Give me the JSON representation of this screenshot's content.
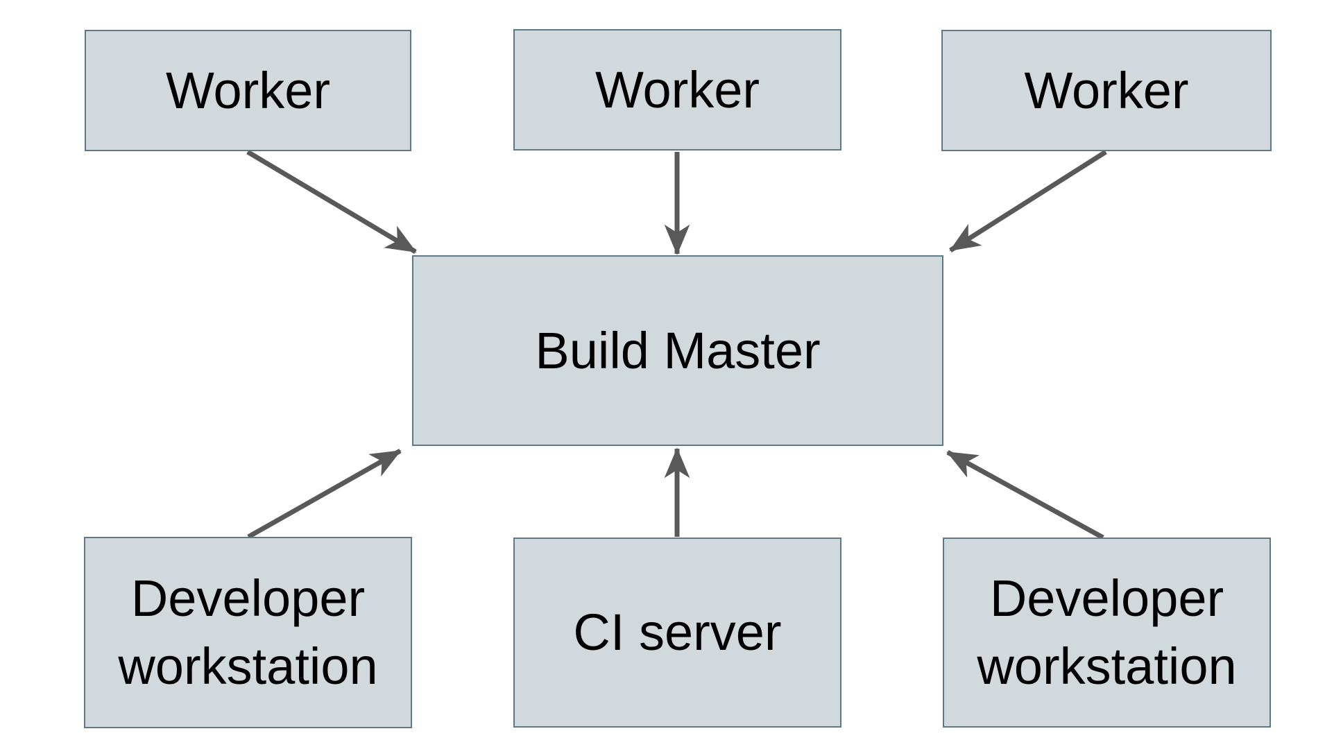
{
  "diagram": {
    "type": "architecture-diagram",
    "background_color": "#ffffff",
    "colors": {
      "node_fill": "#d1d9dc",
      "node_border": "#5d7987",
      "arrow_color": "#595959",
      "text_color": "#000000"
    },
    "nodes": {
      "worker_top_left": {
        "label": "Worker"
      },
      "worker_top_center": {
        "label": "Worker"
      },
      "worker_top_right": {
        "label": "Worker"
      },
      "build_master": {
        "label": "Build Master"
      },
      "developer_workstation_left": {
        "label": "Developer workstation"
      },
      "ci_server": {
        "label": "CI server"
      },
      "developer_workstation_right": {
        "label": "Developer workstation"
      }
    },
    "edges": [
      {
        "from": "worker_top_left",
        "to": "build_master"
      },
      {
        "from": "worker_top_center",
        "to": "build_master"
      },
      {
        "from": "worker_top_right",
        "to": "build_master"
      },
      {
        "from": "developer_workstation_left",
        "to": "build_master"
      },
      {
        "from": "ci_server",
        "to": "build_master"
      },
      {
        "from": "developer_workstation_right",
        "to": "build_master"
      }
    ]
  }
}
